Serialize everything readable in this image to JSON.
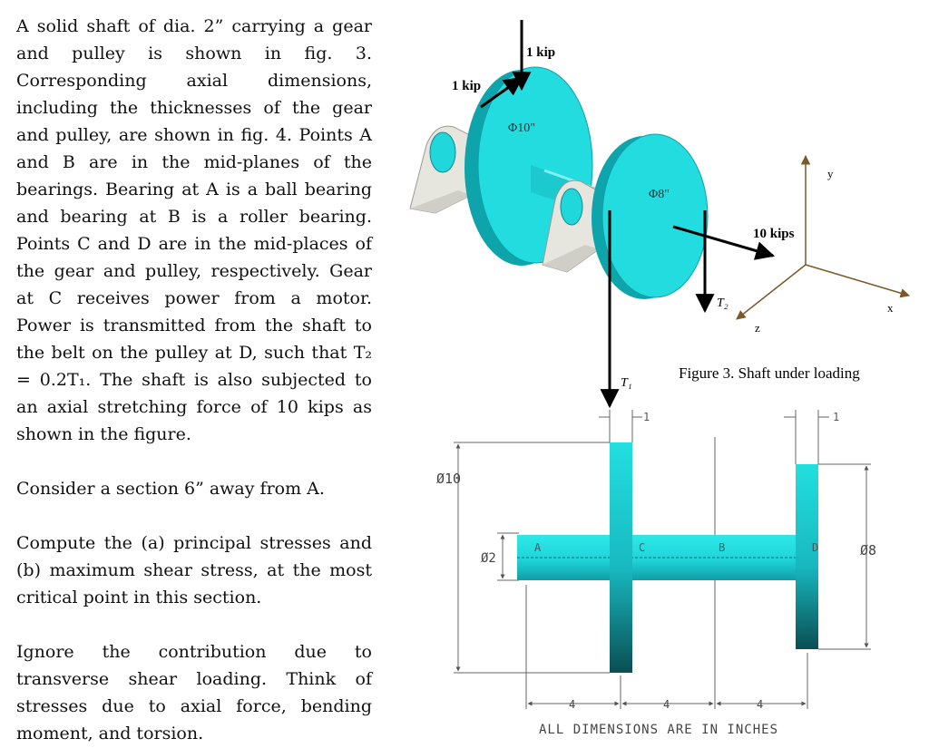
{
  "problem": {
    "para1": "A solid shaft of dia. 2” carrying a gear and pulley is shown in fig. 3. Corresponding axial dimensions, including the thicknesses of the gear and pulley, are shown in fig. 4. Points A and B are in the mid-planes of the bearings. Bearing at A is a ball bearing and bearing at B is a roller bearing. Points C and D are in the mid-places of the gear and pulley, respectively. Gear at C receives power from a motor. Power is transmitted from the shaft to the belt on the pulley at D, such that T₂ = 0.2T₁. The shaft is also subjected to an axial stretching force of 10 kips as shown in the figure.",
    "para2": "Consider a section 6” away from A.",
    "para3": "Compute the (a) principal stresses and (b) maximum shear stress, at the most critical point in this section.",
    "para4": "Ignore the contribution due to transverse shear loading. Think of stresses due to axial force, bending moment, and torsion."
  },
  "figure3": {
    "caption": "Figure 3. Shaft under loading",
    "load_top": "1 kip",
    "load_side": "1 kip",
    "gear_dia": "Φ10\"",
    "pulley_dia": "Φ8\"",
    "axial_load": "10 kips",
    "tension_t2": "T₂",
    "tension_t1": "T₁",
    "axis_y": "y",
    "axis_x": "x",
    "axis_z": "z"
  },
  "figure4": {
    "dia_gear": "Ø10",
    "dia_shaft": "Ø2",
    "dia_pulley": "Ø8",
    "point_a": "A",
    "point_c": "C",
    "point_b": "B",
    "point_d": "D",
    "thickness_1": "1",
    "thickness_2": "1",
    "span_1": "4",
    "span_2": "4",
    "span_3": "4",
    "note": "ALL DIMENSIONS ARE IN INCHES"
  },
  "colors": {
    "cyan": "#20dede",
    "cyan_dark": "#0e9fa6",
    "teal_shadow": "#0b5a5e",
    "bearing": "#e8e8e2"
  }
}
